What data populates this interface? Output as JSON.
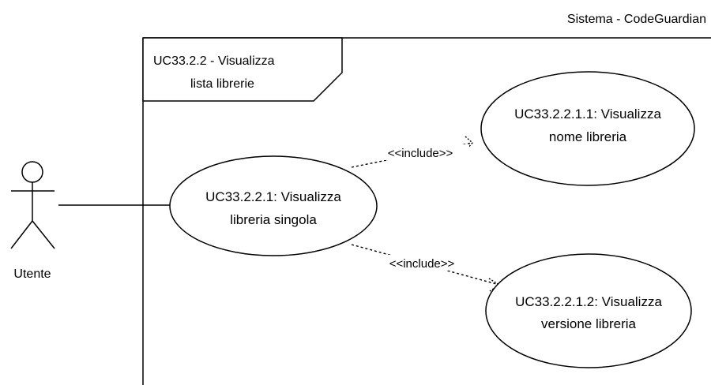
{
  "system": {
    "title": "Sistema - CodeGuardian"
  },
  "frame": {
    "label_line1": "UC33.2.2 - Visualizza",
    "label_line2": "lista librerie"
  },
  "actor": {
    "name": "Utente"
  },
  "use_cases": {
    "main": {
      "line1": "UC33.2.2.1: Visualizza",
      "line2": "libreria singola"
    },
    "first": {
      "line1": "UC33.2.2.1.1: Visualizza",
      "line2": "nome libreria"
    },
    "second": {
      "line1": "UC33.2.2.1.2: Visualizza",
      "line2": "versione libreria"
    }
  },
  "relations": {
    "include_top": "<<include>>",
    "include_bottom": "<<include>>"
  }
}
